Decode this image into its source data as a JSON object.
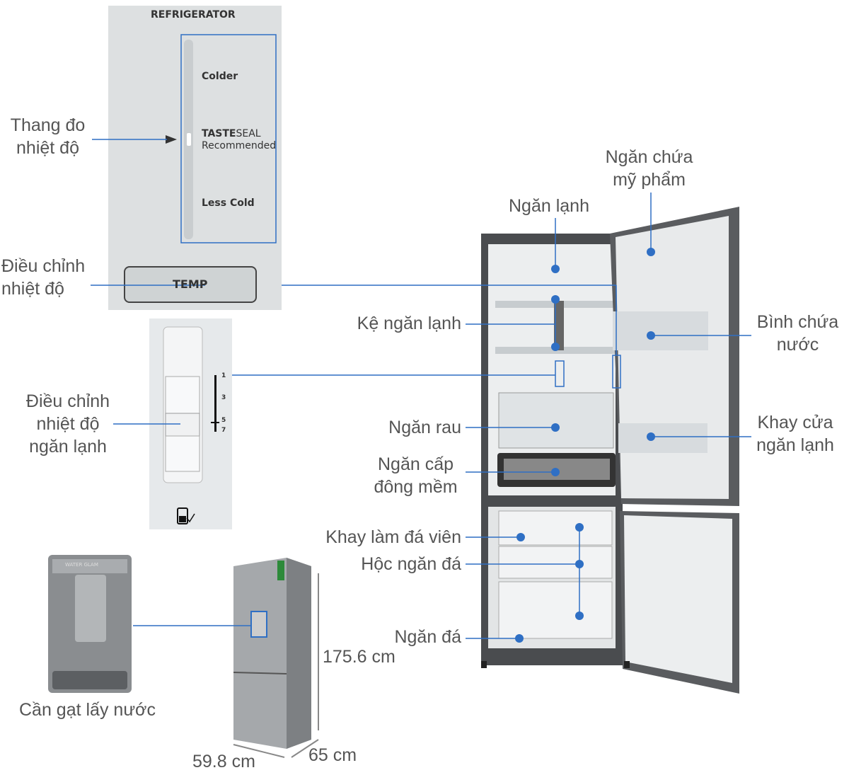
{
  "control_panel": {
    "title": "REFRIGERATOR",
    "colder": "Colder",
    "tasteseal_bold": "TASTE",
    "tasteseal_rest": "SEAL",
    "recommended": "Recommended",
    "less_cold": "Less Cold",
    "temp_button": "TEMP"
  },
  "dial": {
    "scale": [
      "1",
      "3",
      "5",
      "7"
    ]
  },
  "dispenser_brand": "WATER GLAM",
  "labels": {
    "temp_scale": [
      "Thang đo",
      "nhiệt độ"
    ],
    "temp_adjust": [
      "Điều chỉnh",
      "nhiệt độ"
    ],
    "fridge_temp_adjust": [
      "Điều chỉnh",
      "nhiệt độ",
      "ngăn lạnh"
    ],
    "water_lever": "Cần gạt lấy nước",
    "height": "175.6 cm",
    "width": "59.8 cm",
    "depth": "65 cm",
    "cosmetic_compartment": [
      "Ngăn chứa",
      "mỹ phẩm"
    ],
    "fridge_compartment": "Ngăn lạnh",
    "fridge_shelf": "Kệ ngăn lạnh",
    "water_tank": [
      "Bình chứa",
      "nước"
    ],
    "vegetable_drawer": "Ngăn rau",
    "door_tray": [
      "Khay cửa",
      "ngăn lạnh"
    ],
    "soft_freeze": [
      "Ngăn cấp",
      "đông mềm"
    ],
    "ice_tray": "Khay làm đá viên",
    "freezer_drawer": "Hộc ngăn đá",
    "freezer": "Ngăn đá"
  },
  "colors": {
    "accent": "#2f6fc4",
    "label": "#555555"
  }
}
